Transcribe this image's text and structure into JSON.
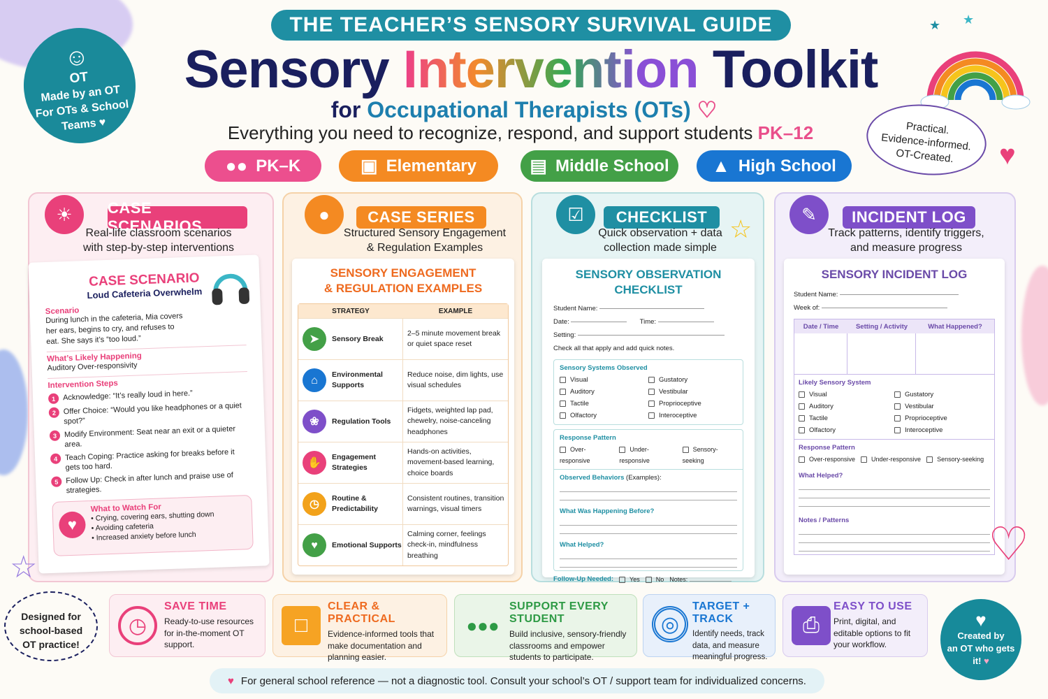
{
  "header": {
    "banner": "THE TEACHER’S SENSORY SURVIVAL GUIDE",
    "title_part1": "Sensory ",
    "title_part2": "Intervention",
    "title_part3": " Toolkit",
    "subtitle_part1": "for ",
    "subtitle_part2": "Occupational Therapists (OTs)",
    "tagline_part1": "Everything you need to recognize, respond, and support students ",
    "tagline_part2": "PK–12"
  },
  "ot_badge": {
    "line1": "OT",
    "line2": "Made by an OT",
    "line3": "For OTs & School",
    "line4": "Teams"
  },
  "bubble": {
    "line1": "Practical.",
    "line2": "Evidence-informed.",
    "line3": "OT-Created."
  },
  "grades": [
    {
      "label": "PK–K",
      "color": "#ec4f8e",
      "icon": "group-icon"
    },
    {
      "label": "Elementary",
      "color": "#f48a22",
      "icon": "backpack-icon"
    },
    {
      "label": "Middle School",
      "color": "#43a047",
      "icon": "book-icon"
    },
    {
      "label": "High School",
      "color": "#1976d2",
      "icon": "graduation-cap-icon"
    }
  ],
  "cards": {
    "scenarios": {
      "heading": "CASE SCENARIOS",
      "desc1": "Real-life classroom scenarios",
      "desc2": "with step-by-step interventions"
    },
    "series": {
      "heading": "CASE SERIES",
      "desc1": "Structured Sensory Engagement",
      "desc2": "& Regulation Examples"
    },
    "checklist": {
      "heading": "CHECKLIST",
      "desc1": "Quick observation + data",
      "desc2": "collection made simple"
    },
    "incident": {
      "heading": "INCIDENT LOG",
      "desc1": "Track patterns, identify triggers,",
      "desc2": "and measure progress"
    }
  },
  "scenario": {
    "title": "CASE SCENARIO",
    "subtitle": "Loud Cafeteria Overwhelm",
    "scenario_label": "Scenario",
    "scenario_text": "During lunch in the cafeteria, Mia covers her ears, begins to cry, and refuses to eat. She says it’s “too loud.”",
    "likely_label": "What’s Likely Happening",
    "likely_text": "Auditory Over-responsivity",
    "steps_label": "Intervention Steps",
    "steps": [
      {
        "n": "1",
        "text": "Acknowledge: “It’s really loud in here.”"
      },
      {
        "n": "2",
        "text": "Offer Choice: “Would you like headphones or a quiet spot?”"
      },
      {
        "n": "3",
        "text": "Modify Environment: Seat near an exit or a quieter area."
      },
      {
        "n": "4",
        "text": "Teach Coping: Practice asking for breaks before it gets too hard."
      },
      {
        "n": "5",
        "text": "Follow Up: Check in after lunch and praise use of strategies."
      }
    ],
    "watch_label": "What to Watch For",
    "watch": [
      "Crying, covering ears, shutting down",
      "Avoiding cafeteria",
      "Increased anxiety before lunch"
    ]
  },
  "series": {
    "title1": "SENSORY ENGAGEMENT",
    "title2": "& REGULATION EXAMPLES",
    "col1": "STRATEGY",
    "col2": "EXAMPLE",
    "rows": [
      {
        "strategy": "Sensory Break",
        "example": "2–5 minute movement break or quiet space reset",
        "color": "#43a047",
        "icon": "running-icon"
      },
      {
        "strategy": "Environmental Supports",
        "example": "Reduce noise, dim lights, use visual schedules",
        "color": "#1976d2",
        "icon": "house-icon"
      },
      {
        "strategy": "Regulation Tools",
        "example": "Fidgets, weighted lap pad, chewelry, noise-canceling headphones",
        "color": "#7e4fc9",
        "icon": "fidget-icon"
      },
      {
        "strategy": "Engagement Strategies",
        "example": "Hands-on activities, movement-based learning, choice boards",
        "color": "#e9407a",
        "icon": "hand-icon"
      },
      {
        "strategy": "Routine & Predictability",
        "example": "Consistent routines, transition warnings, visual timers",
        "color": "#f2a21b",
        "icon": "clock-icon"
      },
      {
        "strategy": "Emotional Supports",
        "example": "Calming corner, feelings check-in, mindfulness breathing",
        "color": "#43a047",
        "icon": "heart-icon"
      }
    ]
  },
  "checklist": {
    "title1": "SENSORY OBSERVATION",
    "title2": "CHECKLIST",
    "student": "Student Name:",
    "date": "Date:",
    "time": "Time:",
    "setting": "Setting:",
    "instruction": "Check all that apply and add quick notes.",
    "systems_label": "Sensory Systems Observed",
    "systems": [
      "Visual",
      "Gustatory",
      "Auditory",
      "Vestibular",
      "Tactile",
      "Proprioceptive",
      "Olfactory",
      "Interoceptive"
    ],
    "response_label": "Response Pattern",
    "responses": [
      "Over-responsive",
      "Under-responsive",
      "Sensory-seeking"
    ],
    "behaviors_label": "Observed Behaviors",
    "behaviors_note": "(Examples):",
    "before_label": "What Was Happening Before?",
    "helped_label": "What Helped?",
    "followup_label": "Follow-Up Needed:",
    "yes": "Yes",
    "no": "No",
    "notes": "Notes:"
  },
  "incident": {
    "title": "SENSORY INCIDENT LOG",
    "student": "Student Name:",
    "week": "Week of:",
    "cols": [
      "Date / Time",
      "Setting / Activity",
      "What Happened?"
    ],
    "likely_label": "Likely Sensory System",
    "systems": [
      "Visual",
      "Gustatory",
      "Auditory",
      "Vestibular",
      "Tactile",
      "Proprioceptive",
      "Olfactory",
      "Interoceptive"
    ],
    "response_label": "Response Pattern",
    "responses": [
      "Over-responsive",
      "Under-responsive",
      "Sensory-seeking"
    ],
    "helped_label": "What Helped?",
    "notes_label": "Notes / Patterns"
  },
  "features": [
    {
      "title": "SAVE TIME",
      "body": "Ready-to-use resources for in-the-moment OT support.",
      "color": "#e9407a",
      "icon": "clock-icon"
    },
    {
      "title": "CLEAR & PRACTICAL",
      "body": "Evidence-informed tools that make documentation and planning easier.",
      "color": "#ee6a1f",
      "icon": "folder-icon"
    },
    {
      "title": "SUPPORT EVERY STUDENT",
      "body": "Build inclusive, sensory-friendly classrooms and empower students to participate.",
      "color": "#2e9a45",
      "icon": "people-icon"
    },
    {
      "title": "TARGET + TRACK",
      "body": "Identify needs, track data, and measure meaningful progress.",
      "color": "#1976d2",
      "icon": "target-icon"
    },
    {
      "title": "EASY TO USE",
      "body": "Print, digital, and editable options to fit your workflow.",
      "color": "#7e4fc9",
      "icon": "printer-icon"
    }
  ],
  "designed": {
    "line1": "Designed for",
    "line2": "school-based",
    "line3": "OT practice!"
  },
  "created": {
    "line1": "Created by",
    "line2": "an OT who gets",
    "line3": "it!"
  },
  "footer": "For general school reference — not a diagnostic tool. Consult your school’s OT / support team for individualized concerns."
}
